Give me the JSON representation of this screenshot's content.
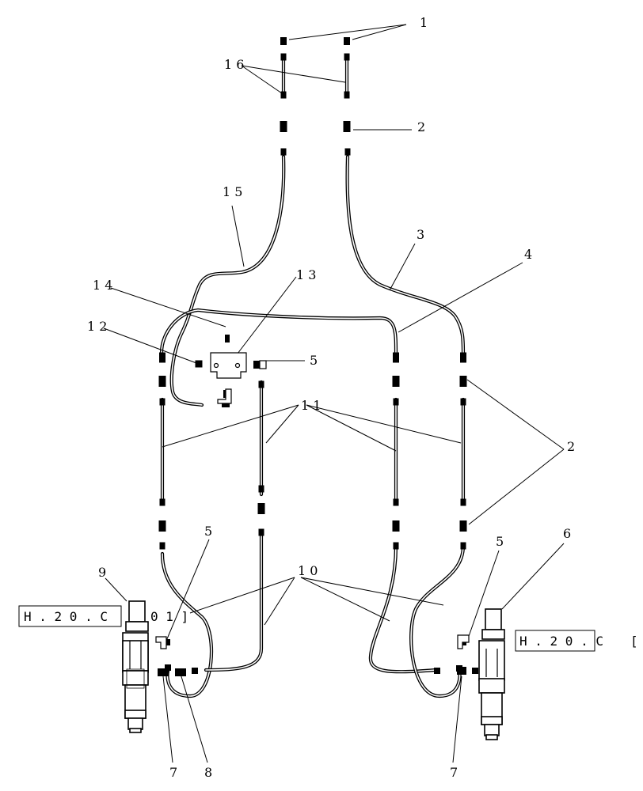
{
  "diagram": {
    "callouts": [
      {
        "id": "c1",
        "text": "1"
      },
      {
        "id": "c16",
        "text": "1 6"
      },
      {
        "id": "c2a",
        "text": "2"
      },
      {
        "id": "c15",
        "text": "1 5"
      },
      {
        "id": "c3",
        "text": "3"
      },
      {
        "id": "c4",
        "text": "4"
      },
      {
        "id": "c14",
        "text": "1 4"
      },
      {
        "id": "c13",
        "text": "1 3"
      },
      {
        "id": "c12",
        "text": "1 2"
      },
      {
        "id": "c5a",
        "text": "5"
      },
      {
        "id": "c11",
        "text": "1 1"
      },
      {
        "id": "c2b",
        "text": "2"
      },
      {
        "id": "c5b",
        "text": "5"
      },
      {
        "id": "c5c",
        "text": "5"
      },
      {
        "id": "c6",
        "text": "6"
      },
      {
        "id": "c9",
        "text": "9"
      },
      {
        "id": "c10",
        "text": "1 0"
      },
      {
        "id": "c7a",
        "text": "7"
      },
      {
        "id": "c8",
        "text": "8"
      },
      {
        "id": "c7b",
        "text": "7"
      }
    ],
    "references": [
      {
        "id": "refL",
        "box": "H . 2 0 . C",
        "tail": "0 1 ]"
      },
      {
        "id": "refR",
        "box": "H . 2 0 . C",
        "tail": "["
      }
    ]
  }
}
